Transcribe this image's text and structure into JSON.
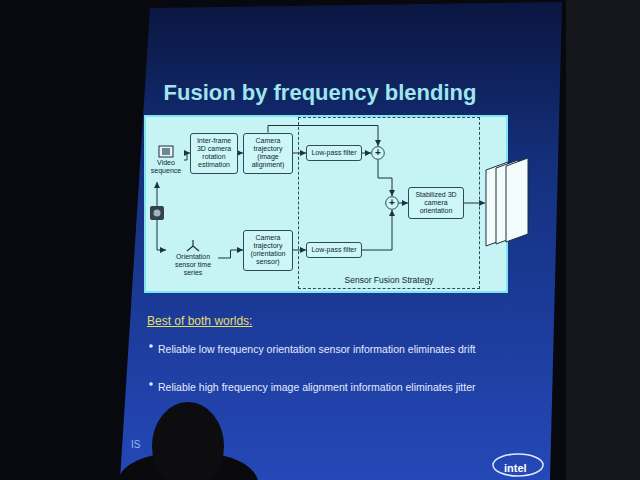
{
  "diagram": {
    "title": "Fusion by frequency blending",
    "nodes": [
      {
        "text": [
          "Video sequence"
        ]
      },
      {
        "text": [
          "Inter-frame 3D camera rotation estimation"
        ]
      },
      {
        "text": [
          "Camera trajectory (image alignment)"
        ]
      },
      {
        "text": [
          "Orientation sensor time series"
        ]
      },
      {
        "text": [
          "Camera trajectory (orientation sensor)"
        ]
      },
      {
        "text": [
          "Sensor Fusion Strategy"
        ]
      },
      {
        "text": [
          "Low-pass filter"
        ],
        "in": 5
      },
      {
        "text": [
          "+"
        ],
        "in": 5
      },
      {
        "text": [
          "+"
        ],
        "in": 5
      },
      {
        "text": [
          "Low-pass filter"
        ],
        "in": 5
      },
      {
        "text": [
          "Stabilized 3D camera orientation"
        ],
        "in": 5
      }
    ],
    "edges": [
      {
        "from": 0,
        "to": 1,
        "arrow": "to"
      },
      {
        "from": 1,
        "to": 2,
        "arrow": "to"
      },
      {
        "from": 2,
        "to": 6,
        "arrow": "to"
      },
      {
        "from": 2,
        "to": 7,
        "arrow": "to"
      },
      {
        "from": 6,
        "to": 7,
        "arrow": "to"
      },
      {
        "from": 7,
        "to": 8,
        "arrow": "to"
      },
      {
        "from": 3,
        "to": 4,
        "arrow": "to"
      },
      {
        "from": 4,
        "to": 9,
        "arrow": "to"
      },
      {
        "from": 9,
        "to": 8,
        "arrow": "to"
      },
      {
        "from": 8,
        "to": 10,
        "arrow": "to"
      }
    ],
    "labels": [
      "Best of both worlds:",
      "Reliable low frequency orientation sensor information eliminates drift",
      "Reliable high frequency image alignment information eliminates jitter",
      "IS",
      "intel"
    ]
  }
}
